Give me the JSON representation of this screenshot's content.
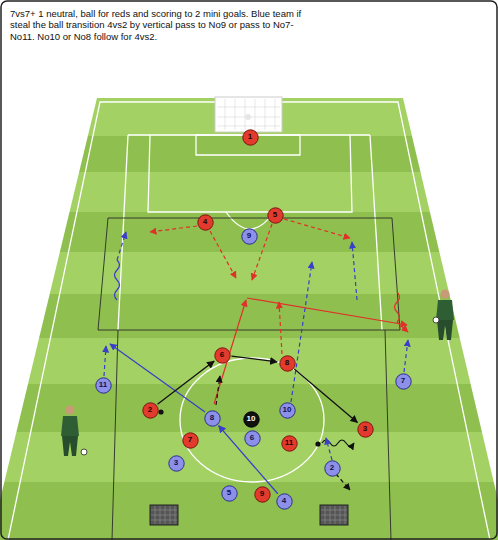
{
  "diagram": {
    "title": "7vs7+ 1 neutral, ball for reds and scoring to 2 mini goals. Blue team if steal the ball transition 4vs2 by vertical pass to No9 or pass to No7-No11. No10 or No8 follow for 4vs2.",
    "nodes": [
      {
        "text": [
          "1"
        ]
      },
      {
        "text": [
          "5"
        ]
      },
      {
        "text": [
          "4"
        ]
      },
      {
        "text": [
          "9"
        ]
      },
      {
        "text": [
          "6"
        ]
      },
      {
        "text": [
          "8"
        ]
      },
      {
        "text": [
          "7"
        ]
      },
      {
        "text": [
          "11"
        ]
      },
      {
        "text": [
          "10"
        ]
      },
      {
        "text": [
          "2"
        ]
      },
      {
        "text": [
          "8"
        ]
      },
      {
        "text": [
          "10"
        ]
      },
      {
        "text": [
          "3"
        ]
      },
      {
        "text": [
          "6"
        ]
      },
      {
        "text": [
          "7"
        ]
      },
      {
        "text": [
          "11"
        ]
      },
      {
        "text": [
          "3"
        ]
      },
      {
        "text": [
          "2"
        ]
      },
      {
        "text": [
          "5"
        ]
      },
      {
        "text": [
          "9"
        ]
      },
      {
        "text": [
          "4"
        ]
      }
    ],
    "edges": [
      {
        "from": 9,
        "to": 4,
        "arrow": "to"
      },
      {
        "from": 4,
        "to": 5,
        "arrow": "to"
      },
      {
        "from": 5,
        "to": 12,
        "arrow": "to"
      },
      {
        "from": 20,
        "to": 10,
        "arrow": "to"
      }
    ]
  }
}
